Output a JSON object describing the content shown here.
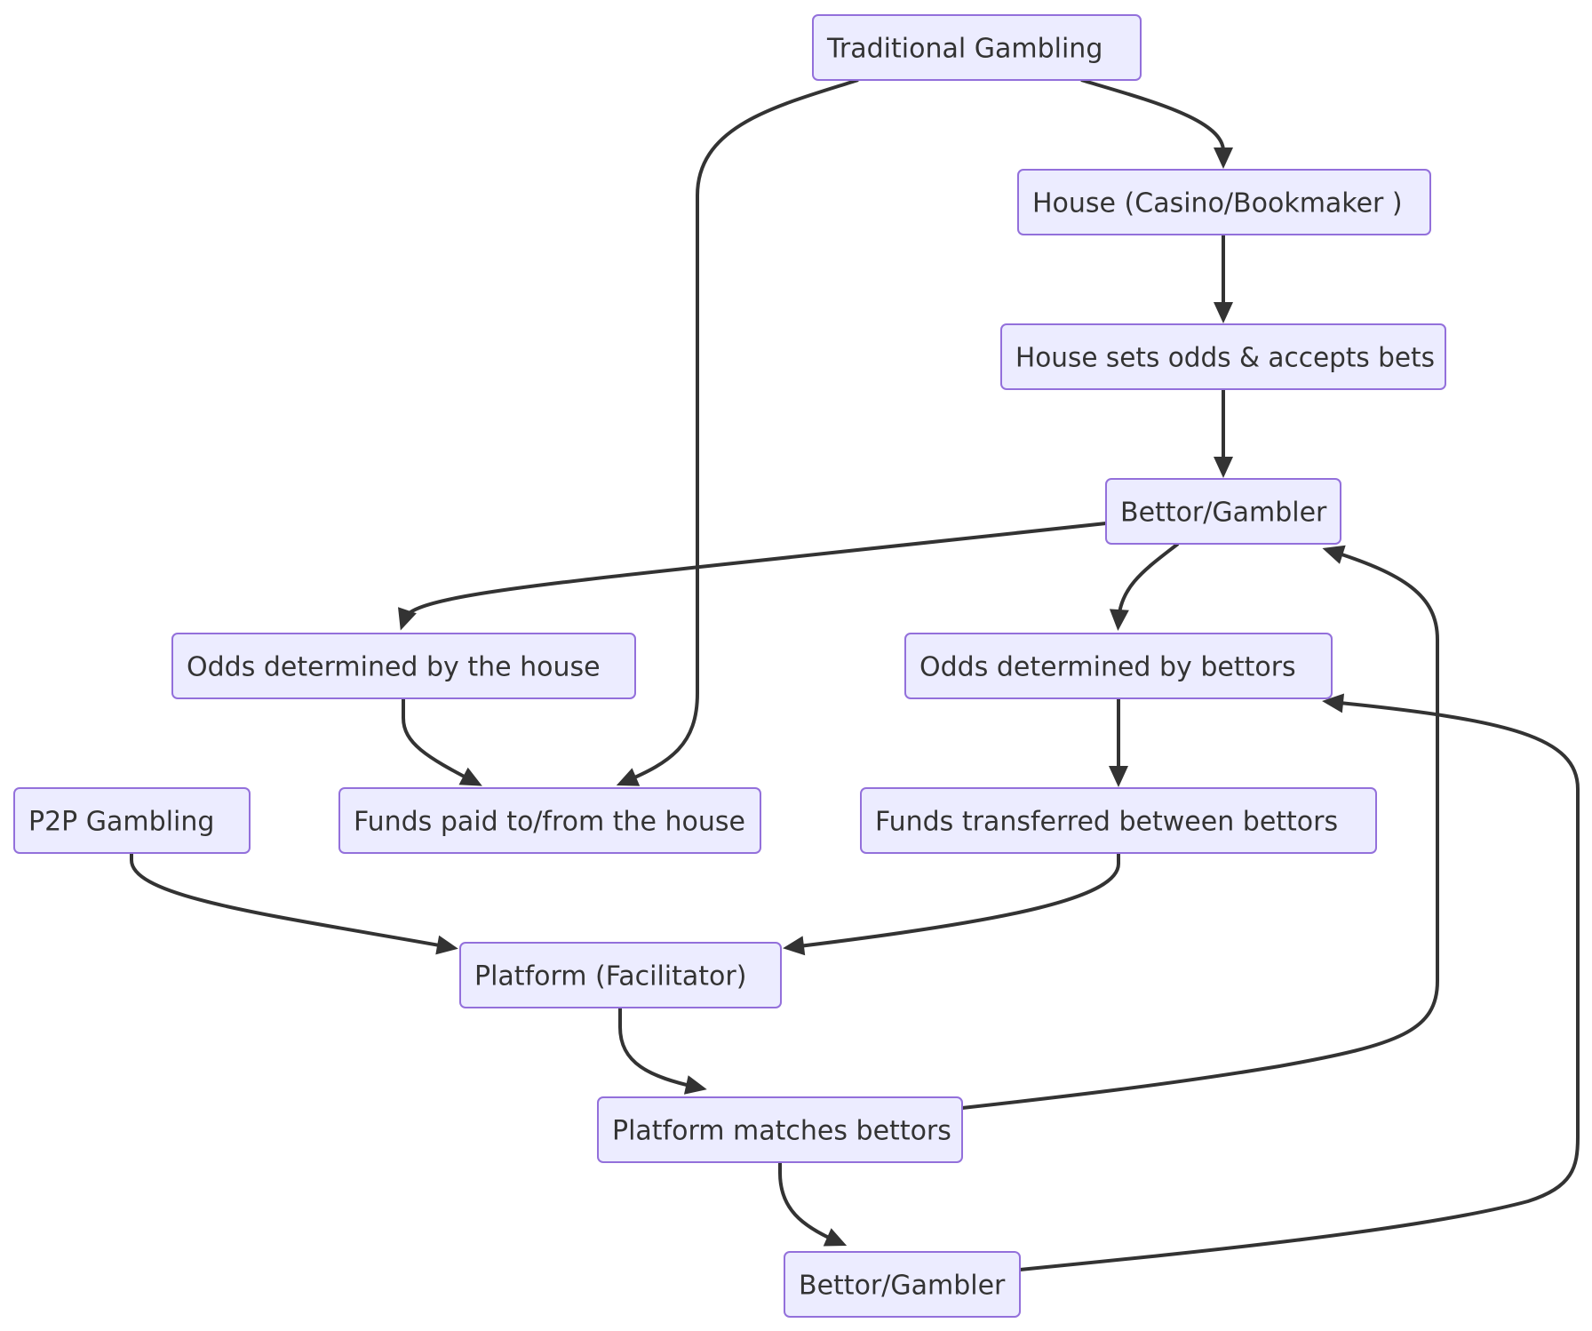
{
  "nodes": [
    {
      "id": "traditional",
      "label": "Traditional Gambling"
    },
    {
      "id": "house",
      "label": "House (Casino/Bookmaker   )"
    },
    {
      "id": "house_sets",
      "label": "House sets odds & accepts bets"
    },
    {
      "id": "bettor1",
      "label": "Bettor/Gambler"
    },
    {
      "id": "odds_house",
      "label": "Odds determined by the house"
    },
    {
      "id": "odds_bettors",
      "label": "Odds determined by bettors"
    },
    {
      "id": "p2p",
      "label": "P2P Gambling"
    },
    {
      "id": "funds_house",
      "label": "Funds paid to/from the house"
    },
    {
      "id": "funds_bettors",
      "label": "Funds transferred between bettors"
    },
    {
      "id": "platform",
      "label": "Platform (Facilitator)"
    },
    {
      "id": "platform_matches",
      "label": "Platform matches bettors"
    },
    {
      "id": "bettor2",
      "label": "Bettor/Gambler"
    }
  ],
  "edges": [
    {
      "from": "traditional",
      "to": "house"
    },
    {
      "from": "traditional",
      "to": "funds_house"
    },
    {
      "from": "house",
      "to": "house_sets"
    },
    {
      "from": "house_sets",
      "to": "bettor1"
    },
    {
      "from": "bettor1",
      "to": "odds_house"
    },
    {
      "from": "bettor1",
      "to": "odds_bettors"
    },
    {
      "from": "odds_house",
      "to": "funds_house"
    },
    {
      "from": "odds_bettors",
      "to": "funds_bettors"
    },
    {
      "from": "p2p",
      "to": "platform"
    },
    {
      "from": "funds_bettors",
      "to": "platform"
    },
    {
      "from": "platform",
      "to": "platform_matches"
    },
    {
      "from": "platform_matches",
      "to": "bettor1"
    },
    {
      "from": "platform_matches",
      "to": "bettor2"
    },
    {
      "from": "bettor2",
      "to": "odds_bettors"
    }
  ],
  "colors": {
    "node_fill": "#ececff",
    "node_border": "#9370db",
    "edge": "#333333",
    "text": "#333333"
  }
}
